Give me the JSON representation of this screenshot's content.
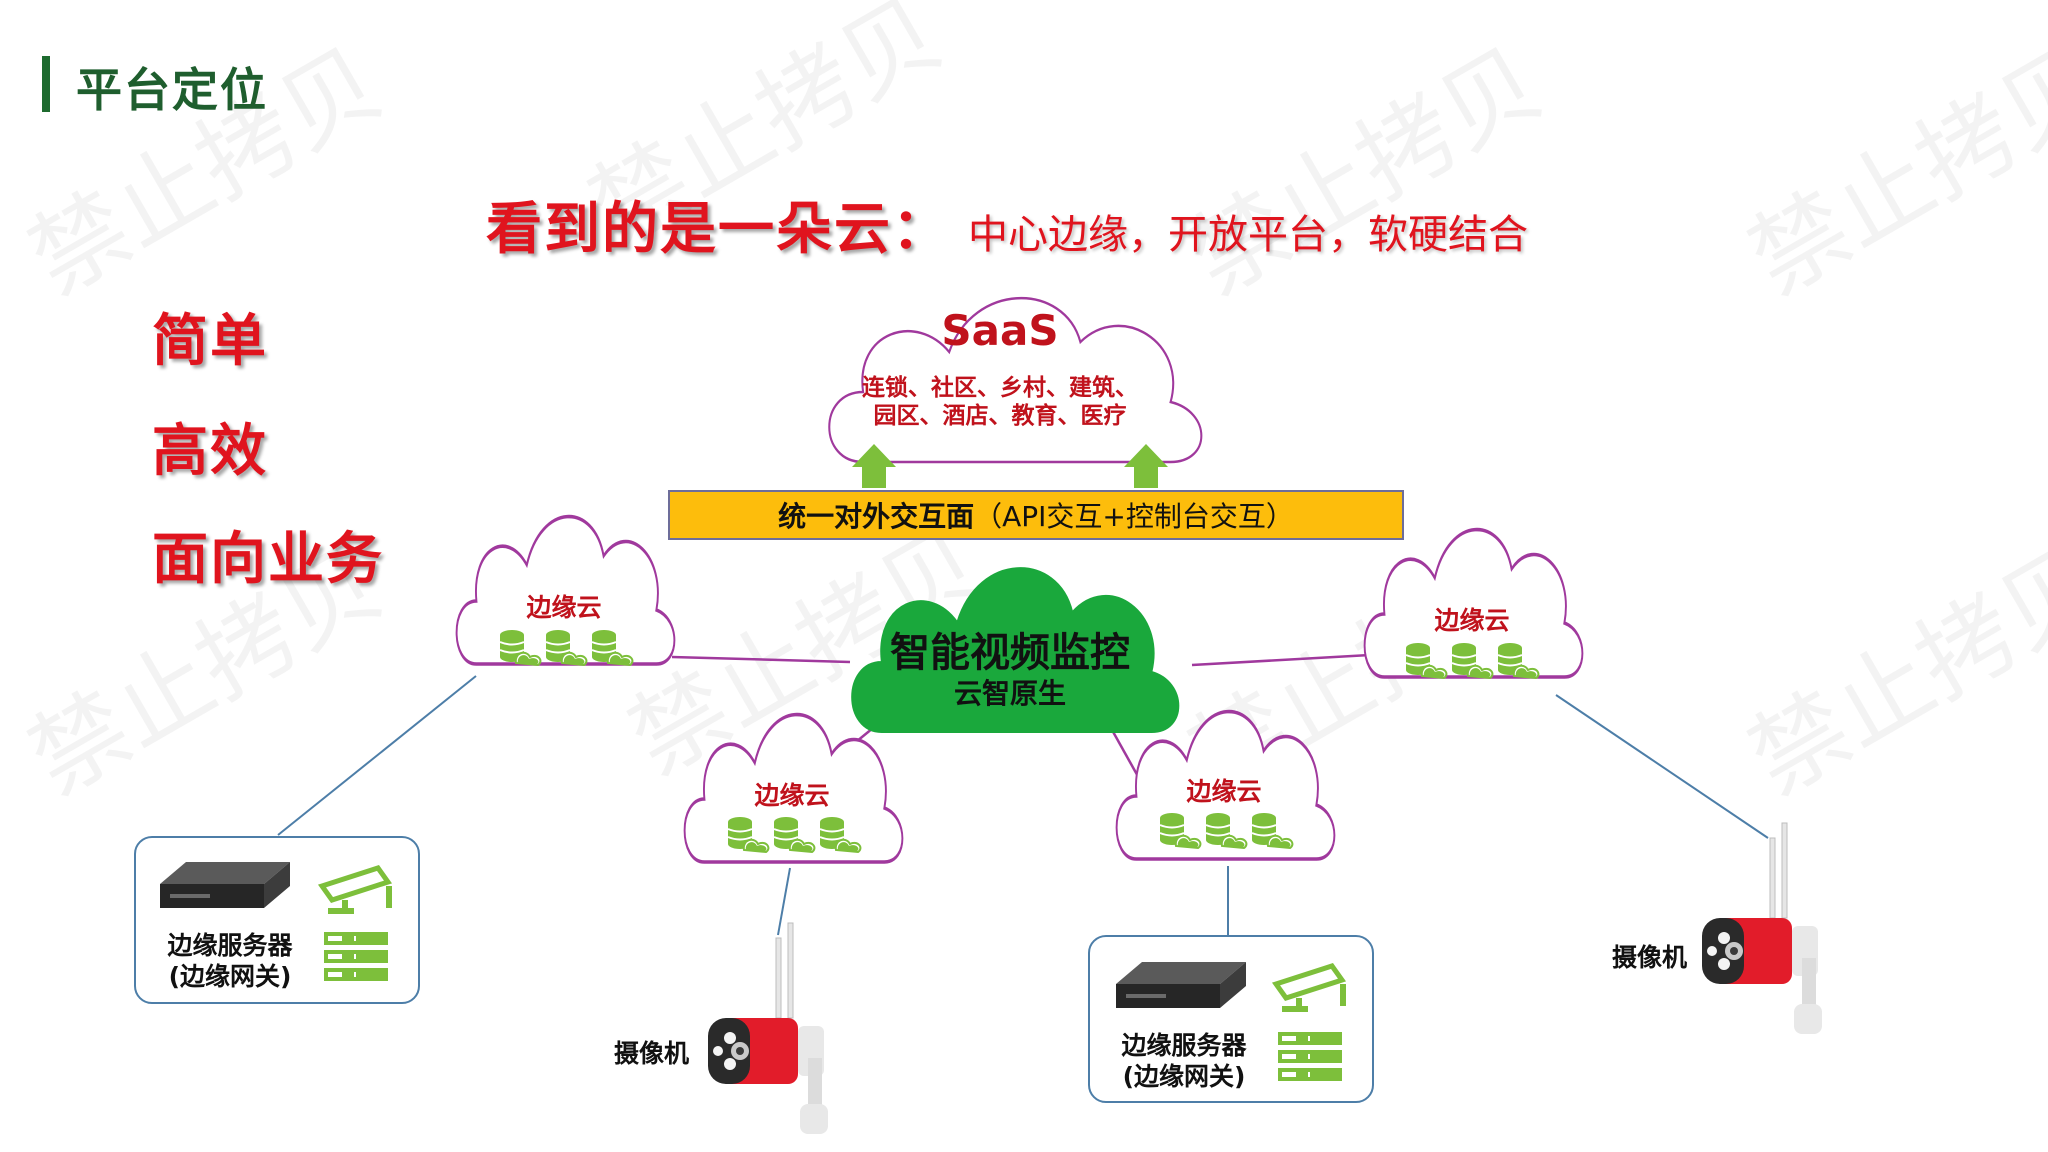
{
  "page_title": "平台定位",
  "headline": {
    "main": "看到的是一朵云：",
    "sub": "中心边缘，开放平台，软硬结合"
  },
  "features": [
    "简单",
    "高效",
    "面向业务"
  ],
  "saas": {
    "title": "SaaS",
    "line1": "连锁、社区、乡村、建筑、",
    "line2": "园区、酒店、教育、医疗"
  },
  "api_bar": {
    "bold": "统一对外交互面",
    "normal": "（API交互+控制台交互）"
  },
  "core_cloud": {
    "title": "智能视频监控",
    "subtitle": "云智原生"
  },
  "edge_clouds": [
    {
      "label": "边缘云"
    },
    {
      "label": "边缘云"
    },
    {
      "label": "边缘云"
    },
    {
      "label": "边缘云"
    }
  ],
  "devices": {
    "server_1": {
      "line1": "边缘服务器",
      "line2": "(边缘网关)"
    },
    "server_2": {
      "line1": "边缘服务器",
      "line2": "(边缘网关)"
    },
    "camera_1": {
      "label": "摄像机"
    },
    "camera_2": {
      "label": "摄像机"
    }
  },
  "watermark": "禁止拷贝",
  "colors": {
    "title_green": "#1f5e2e",
    "accent_red": "#e0141e",
    "cloud_green": "#1aa83c",
    "api_yellow": "#fdbd0c",
    "edge_cloud_border": "#9b3a95",
    "icon_green": "#7dbf3b",
    "box_blue": "#4d7ea8"
  }
}
